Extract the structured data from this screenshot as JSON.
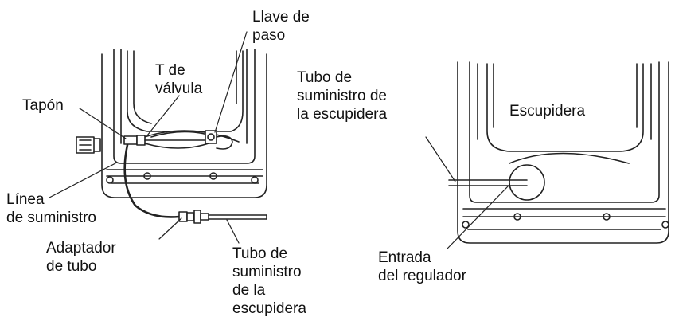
{
  "colors": {
    "line": "#222222",
    "background": "#ffffff"
  },
  "labels": {
    "llave_de_paso": [
      "Llave de",
      "paso"
    ],
    "t_de_valvula": [
      "T de",
      "válvula"
    ],
    "tapon": [
      "Tapón"
    ],
    "linea_de_suministro": [
      "Línea",
      "de suministro"
    ],
    "adaptador_de_tubo": [
      "Adaptador",
      "de tubo"
    ],
    "tubo_suministro_left": [
      "Tubo de",
      "suministro",
      "de la",
      "escupidera"
    ],
    "tubo_suministro_right": [
      "Tubo de",
      "suministro de",
      "la escupidera"
    ],
    "escupidera": [
      "Escupidera"
    ],
    "entrada_del_regulador": [
      "Entrada",
      "del regulador"
    ]
  }
}
